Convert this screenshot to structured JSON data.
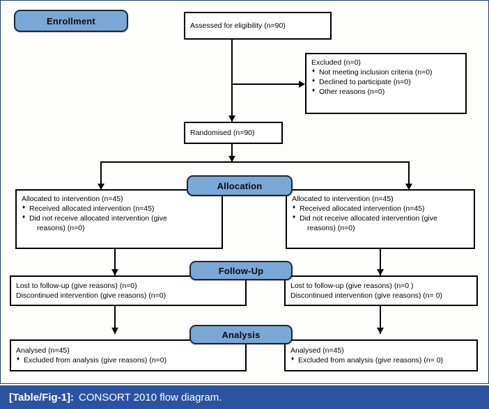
{
  "diagram": {
    "title": "CONSORT 2010 flow diagram",
    "colors": {
      "pill_fill": "#7ba7d7",
      "pill_border": "#16283d",
      "box_border": "#000000",
      "caption_bar": "#2a53a0",
      "frame_border": "#1d3f6e"
    },
    "stages": [
      {
        "name": "enrollment-pill",
        "label": "Enrollment"
      },
      {
        "name": "allocation-pill",
        "label": "Allocation"
      },
      {
        "name": "followup-pill",
        "label": "Follow-Up"
      },
      {
        "name": "analysis-pill",
        "label": "Analysis"
      }
    ],
    "boxes": {
      "assessed": {
        "line1": "Assessed for eligibility (n=90)"
      },
      "excluded": {
        "header": "Excluded (n=0)",
        "items": [
          "Not meeting inclusion criteria (n=0)",
          "Declined to participate (n=0)",
          "Other reasons (n=0)"
        ]
      },
      "randomised": {
        "line1": "Randomised (n=90)"
      },
      "allocation_left": {
        "header": "Allocated to intervention (n=45)",
        "item1": "Received allocated intervention (n=45)",
        "item2": "Did not receive  allocated intervention (give",
        "item2_cont": "reasons) (n=0)"
      },
      "allocation_right": {
        "header": "Allocated to intervention (n=45)",
        "item1": "Received allocated intervention (n=45)",
        "item2": "Did not receive  allocated intervention (give",
        "item2_cont": "reasons) (n=0)"
      },
      "followup_left": {
        "line1": "Lost to follow-up (give reasons) (n=0)",
        "line2": "Discontinued intervention (give reasons) (n=0)"
      },
      "followup_right": {
        "line1": "Lost to follow-up (give reasons) (n=0 )",
        "line2": "Discontinued intervention (give reasons) (n= 0)"
      },
      "analysis_left": {
        "header": "Analysed (n=45)",
        "item1": "Excluded from analysis (give reasons) (n=0)"
      },
      "analysis_right": {
        "header": "Analysed (n=45)",
        "item1": "Excluded from analysis (give reasons) (n= 0)"
      }
    }
  },
  "caption": {
    "tag": "[Table/Fig-1]:",
    "text": "CONSORT 2010 flow diagram."
  }
}
